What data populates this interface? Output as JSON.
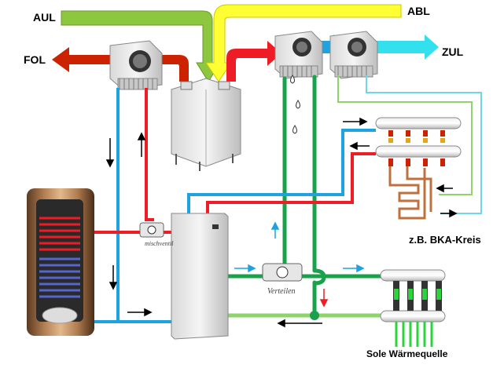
{
  "labels": {
    "aul": "AUL",
    "abl": "ABL",
    "fol": "FOL",
    "zul": "ZUL",
    "bka": "z.B. BKA-Kreis",
    "sole": "Sole Wärmequelle",
    "mischventil": "mischventil",
    "verteilen": "Verteilen"
  },
  "colors": {
    "outdoor_air": "#8dc63f",
    "exhaust_air": "#ffff33",
    "exhaust_out": "#cc2200",
    "supply_air": "#00e5ee",
    "hot_line": "#ee1c24",
    "cold_line": "#1fa3e0",
    "brine_dark": "#1aa14b",
    "brine_light": "#8fd36b",
    "return_light": "#6fd6ea"
  }
}
